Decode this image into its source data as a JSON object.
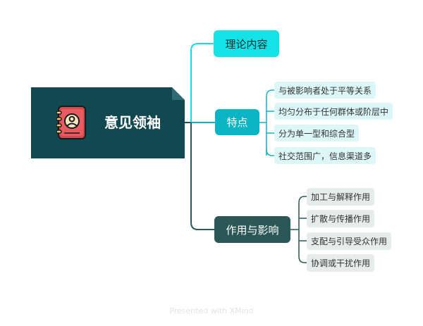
{
  "root": {
    "label": "意见领袖",
    "icon": "notebook-icon"
  },
  "topics": [
    {
      "label": "理论内容",
      "children": []
    },
    {
      "label": "特点",
      "children": [
        "与被影响者处于平等关系",
        "均匀分布于任何群体或阶层中",
        "分为单一型和综合型",
        "社交范围广，信息渠道多"
      ]
    },
    {
      "label": "作用与影响",
      "children": [
        "加工与解释作用",
        "扩散与传播作用",
        "支配与引导受众作用",
        "协调或干扰作用"
      ]
    }
  ],
  "footer": "Presented with XMind",
  "colors": {
    "root": "#12484f",
    "topic_theory": "#15e2e7",
    "topic_features": "#0bb5c3",
    "topic_effects": "#2b5757",
    "sub_features": "#ddf7f8",
    "sub_effects": "#e6ebeb"
  }
}
